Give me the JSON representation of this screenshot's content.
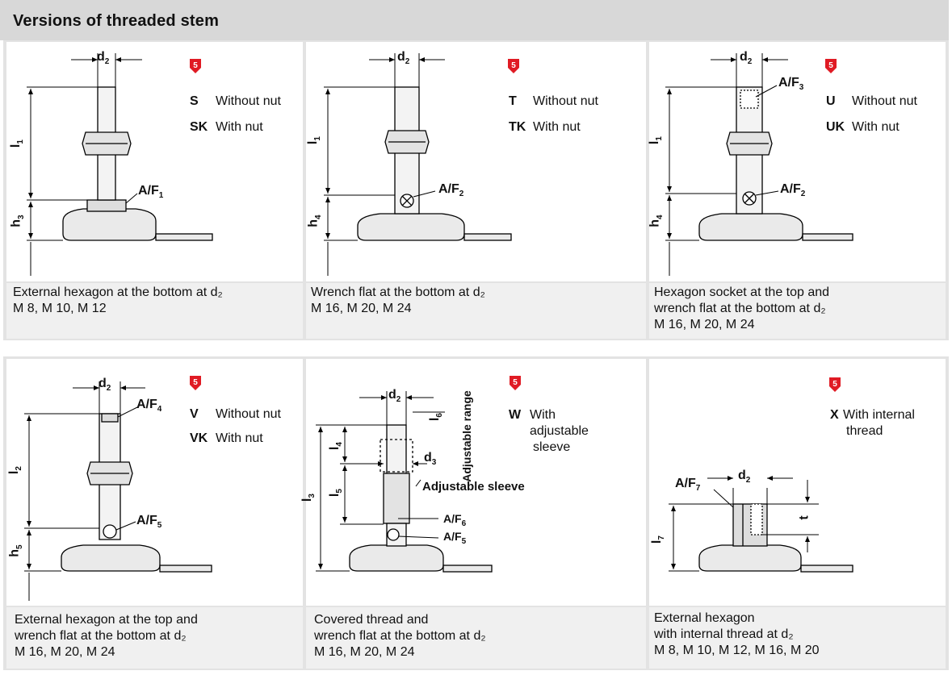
{
  "title": "Versions of threaded stem",
  "badge_label": "5",
  "panels": [
    {
      "variants": [
        {
          "code": "S",
          "desc": "Without nut"
        },
        {
          "code": "SK",
          "desc": "With nut"
        }
      ],
      "caption": [
        "External hexagon at the bottom at d₂",
        "M 8, M 10, M 12"
      ]
    },
    {
      "variants": [
        {
          "code": "T",
          "desc": "Without nut"
        },
        {
          "code": "TK",
          "desc": "With nut"
        }
      ],
      "caption": [
        "Wrench flat at the bottom at d₂",
        "M 16, M 20, M 24"
      ]
    },
    {
      "variants": [
        {
          "code": "U",
          "desc": "Without nut"
        },
        {
          "code": "UK",
          "desc": "With nut"
        }
      ],
      "caption": [
        "Hexagon socket at the top and",
        "wrench flat at the bottom at d₂",
        "M 16, M 20, M 24"
      ]
    },
    {
      "variants": [
        {
          "code": "V",
          "desc": "Without nut"
        },
        {
          "code": "VK",
          "desc": "With nut"
        }
      ],
      "caption": [
        "External hexagon at the top and",
        "wrench flat at the bottom at d₂",
        "M 16, M 20, M 24"
      ]
    },
    {
      "variants": [
        {
          "code": "W",
          "desc": "With"
        }
      ],
      "variant_extra": [
        "adjustable",
        "sleeve"
      ],
      "caption": [
        "Covered thread and",
        "wrench flat at the bottom at d₂",
        "M 16, M 20, M 24"
      ]
    },
    {
      "variants": [
        {
          "code": "X",
          "desc": "With internal"
        }
      ],
      "variant_extra": [
        "thread"
      ],
      "caption": [
        "External hexagon",
        "with internal thread at d₂",
        "M 8, M 10, M 12, M 16, M 20"
      ]
    }
  ],
  "dimension_labels": {
    "d2": "d2",
    "d3": "d3",
    "l1": "l1",
    "l2": "l2",
    "l3": "l3",
    "l4": "l4",
    "l5": "l5",
    "l6": "l6",
    "l7": "l7",
    "h3": "h3",
    "h4": "h4",
    "h5": "h5",
    "t": "t",
    "af1": "A/F1",
    "af2": "A/F2",
    "af3": "A/F3",
    "af4": "A/F4",
    "af5": "A/F5",
    "af6": "A/F6",
    "af7": "A/F7",
    "adjustable_range": "Adjustable range",
    "adjustable_sleeve": "Adjustable sleeve"
  }
}
